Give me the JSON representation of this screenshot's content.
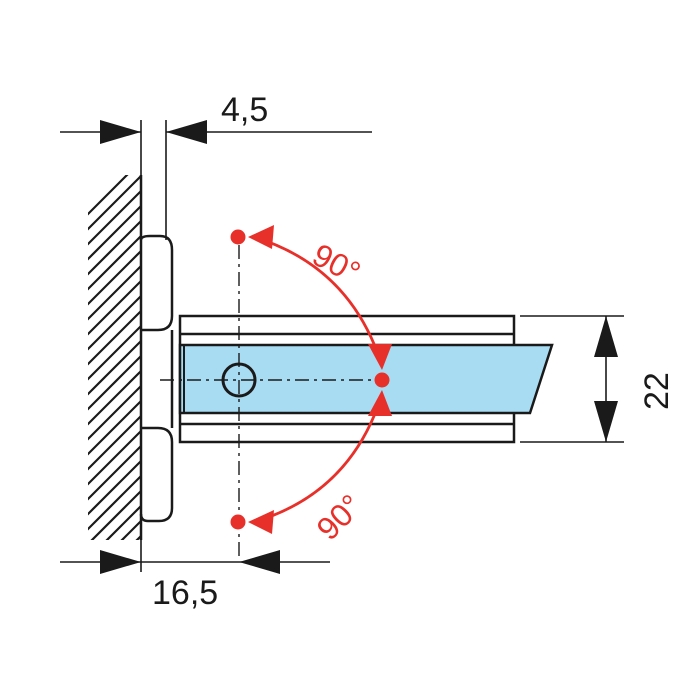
{
  "dimensions": {
    "top_width": "4,5",
    "bottom_offset": "16,5",
    "glass_height": "22"
  },
  "rotation": {
    "upper_angle": "90°",
    "lower_angle": "90°"
  },
  "colors": {
    "line": "#1a1a1a",
    "glass_fill": "#a8dcf2",
    "rotation_accent": "#e8302a",
    "background": "#ffffff"
  }
}
